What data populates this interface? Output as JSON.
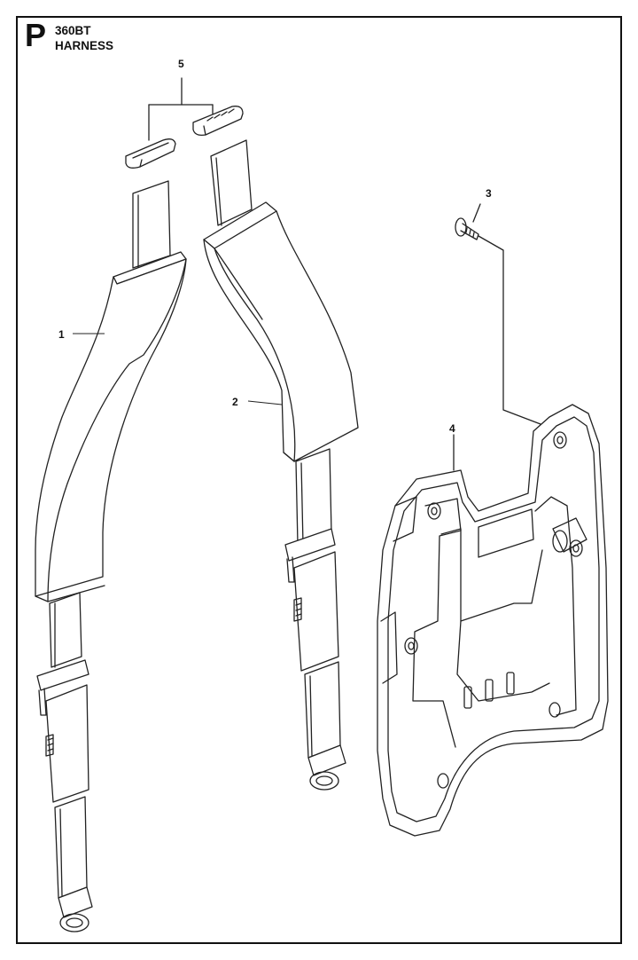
{
  "header": {
    "section_letter": "P",
    "model": "360BT",
    "title": "HARNESS"
  },
  "callouts": [
    {
      "id": "1",
      "label": "1"
    },
    {
      "id": "2",
      "label": "2"
    },
    {
      "id": "3",
      "label": "3"
    },
    {
      "id": "4",
      "label": "4"
    },
    {
      "id": "5",
      "label": "5"
    }
  ],
  "colors": {
    "line": "#222222",
    "frame": "#111111",
    "background": "#ffffff"
  }
}
